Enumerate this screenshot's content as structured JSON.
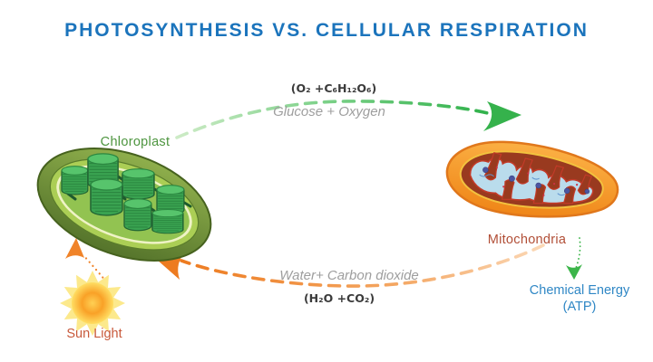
{
  "title": "PHOTOSYNTHESIS VS. CELLULAR RESPIRATION",
  "title_color": "#1B74BC",
  "photosynthesis_flow": {
    "formula": "(O₂ +C₆H₁₂O₆)",
    "products_label": "Glucose + Oxygen",
    "arrow_color": "#3CB54A",
    "direction": "chloroplast-to-mitochondria"
  },
  "respiration_flow": {
    "products_label": "Water+ Carbon dioxide",
    "formula": "(H₂O +CO₂)",
    "arrow_color": "#ED7B20",
    "direction": "mitochondria-to-chloroplast"
  },
  "chloroplast": {
    "label": "Chloroplast",
    "label_color": "#4D953F"
  },
  "mitochondria": {
    "label": "Mitochondria",
    "label_color": "#B14E36"
  },
  "sun": {
    "label": "Sun Light",
    "label_color": "#C8593B"
  },
  "energy_output": {
    "line1": "Chemical Energy",
    "line2": "(ATP)",
    "color": "#2F87C5"
  }
}
